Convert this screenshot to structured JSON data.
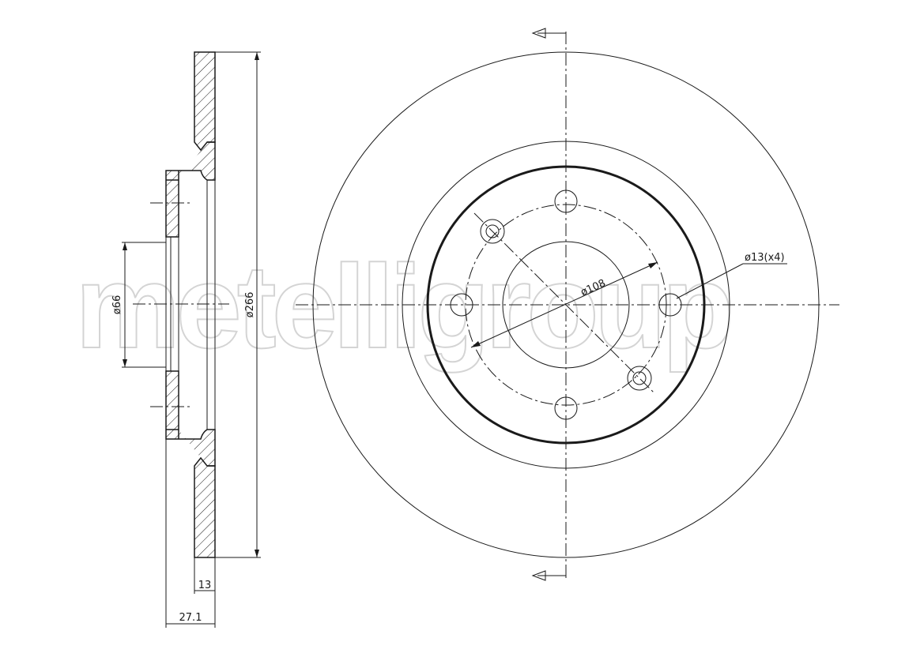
{
  "watermark": {
    "brand": "metelligroup"
  },
  "side_view": {
    "diameter_outer_label": "ø266",
    "diameter_center_label": "ø66",
    "disc_thickness_label": "13",
    "total_height_label": "27.1"
  },
  "front_view": {
    "pcd_label": "ø108",
    "bolt_hole_label": "ø13(x4)"
  },
  "colors": {
    "line": "#1a1a1a",
    "watermark": "#d4d4d4",
    "background": "#ffffff"
  }
}
